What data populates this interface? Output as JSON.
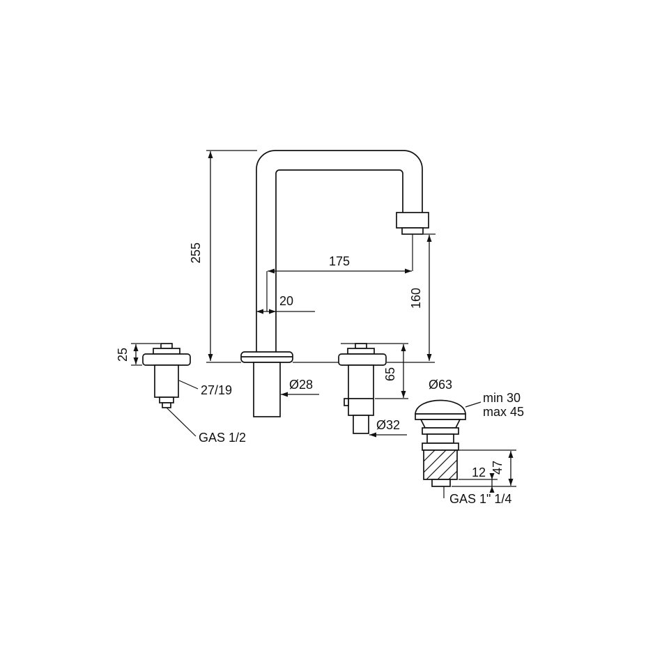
{
  "colors": {
    "line": "#111111",
    "background": "#ffffff"
  },
  "labels": {
    "spout_height": "255",
    "spout_reach": "175",
    "riser_width": "20",
    "outlet_height": "160",
    "handle_height": "25",
    "handle_cartridge": "27/19",
    "handle_thread": "GAS 1/2",
    "shank_diameter": "Ø28",
    "valve_body_height": "65",
    "valve_body_diameter": "Ø32",
    "waste_cap_diameter": "Ø63",
    "counter_min": "min 30",
    "counter_max": "max 45",
    "waste_tail_length": "12",
    "waste_body_height": "47",
    "waste_thread": "GAS 1\" 1/4"
  }
}
